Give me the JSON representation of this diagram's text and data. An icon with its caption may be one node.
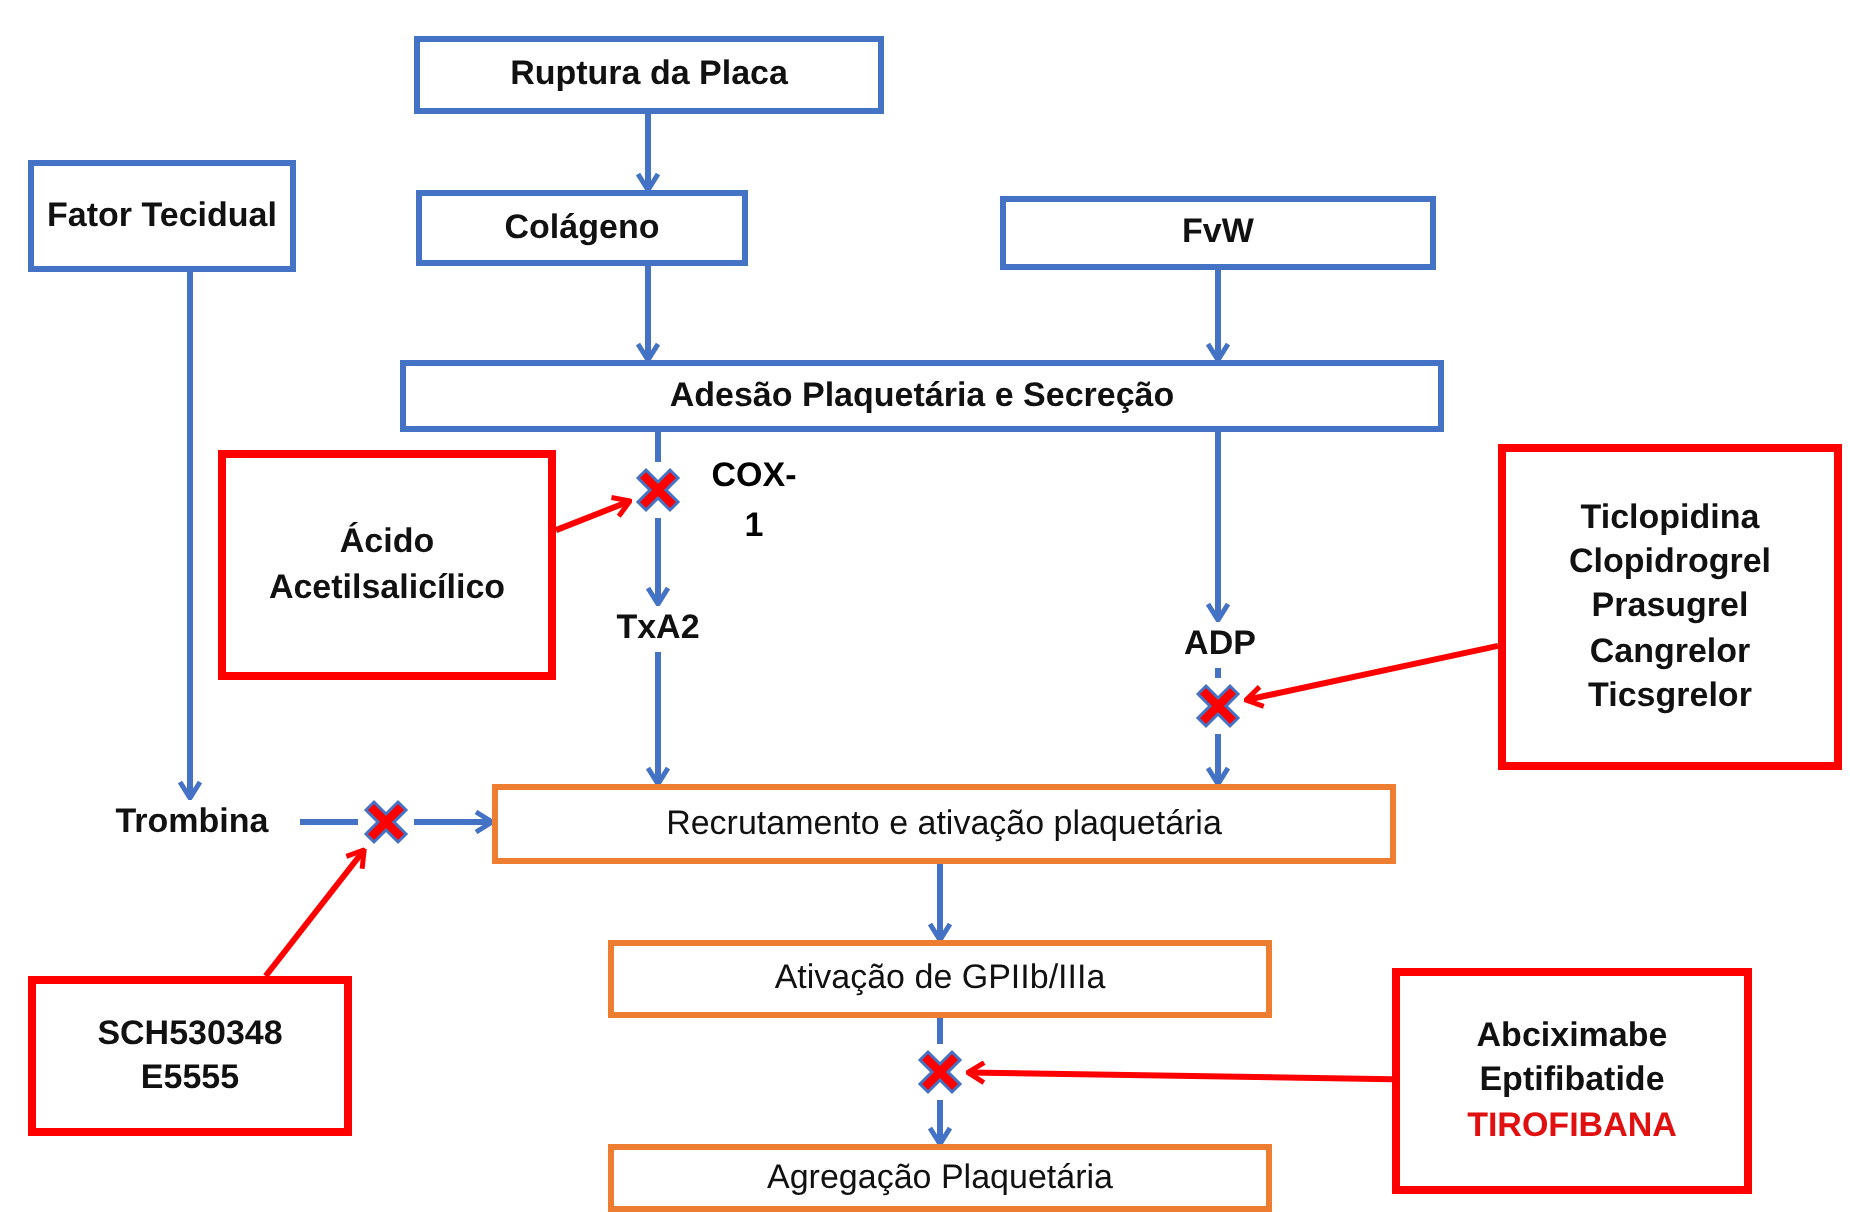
{
  "diagram": {
    "nodes": [
      {
        "text": [
          "Ruptura da Placa"
        ]
      },
      {
        "text": [
          "Fator Tecidual"
        ]
      },
      {
        "text": [
          "Colágeno"
        ]
      },
      {
        "text": [
          "FvW"
        ]
      },
      {
        "text": [
          "Adesão Plaquetária e Secreção"
        ]
      },
      {
        "text": [
          "Ácido Acetilsalicílico"
        ]
      },
      {
        "text": [],
        "shape": "cross"
      },
      {
        "text": [
          "Ticlopidina",
          "Clopidrogrel",
          "Prasugrel",
          "Cangrelor",
          "Ticsgrelor"
        ]
      },
      {
        "text": [
          "TxA2"
        ]
      },
      {
        "text": [
          "ADP"
        ]
      },
      {
        "text": [],
        "shape": "cross"
      },
      {
        "text": [
          "Trombina"
        ]
      },
      {
        "text": [],
        "shape": "cross"
      },
      {
        "text": [
          "Recrutamento e ativação plaquetária"
        ]
      },
      {
        "text": [
          "Ativação de GPIIb/IIIa"
        ]
      },
      {
        "text": [
          "SCH530348",
          "E5555"
        ]
      },
      {
        "text": [],
        "shape": "cross"
      },
      {
        "text": [
          "Abciximabe",
          "Eptifibatide",
          "TIROFIBANA"
        ]
      },
      {
        "text": [
          "Agregação Plaquetária"
        ]
      }
    ],
    "edges": [
      {
        "from": 0,
        "to": 2,
        "arrow": "to"
      },
      {
        "from": 2,
        "to": 4,
        "arrow": "to"
      },
      {
        "from": 3,
        "to": 4,
        "arrow": "to"
      },
      {
        "from": 1,
        "to": 11,
        "arrow": "to"
      },
      {
        "from": 4,
        "to": 6,
        "arrow": "none"
      },
      {
        "from": 6,
        "to": 8,
        "arrow": "to"
      },
      {
        "from": 5,
        "to": 6,
        "arrow": "to",
        "color": "#ff0000"
      },
      {
        "from": 8,
        "to": 13,
        "arrow": "to"
      },
      {
        "from": 4,
        "to": 9,
        "arrow": "to"
      },
      {
        "from": 9,
        "to": 10,
        "arrow": "none"
      },
      {
        "from": 10,
        "to": 13,
        "arrow": "to"
      },
      {
        "from": 7,
        "to": 10,
        "arrow": "to",
        "color": "#ff0000"
      },
      {
        "from": 11,
        "to": 12,
        "arrow": "none"
      },
      {
        "from": 12,
        "to": 13,
        "arrow": "to"
      },
      {
        "from": 15,
        "to": 12,
        "arrow": "to",
        "color": "#ff0000"
      },
      {
        "from": 13,
        "to": 14,
        "arrow": "to"
      },
      {
        "from": 14,
        "to": 16,
        "arrow": "none"
      },
      {
        "from": 16,
        "to": 18,
        "arrow": "to"
      },
      {
        "from": 17,
        "to": 16,
        "arrow": "to",
        "color": "#ff0000"
      }
    ],
    "labels": [
      "COX- 1"
    ]
  }
}
